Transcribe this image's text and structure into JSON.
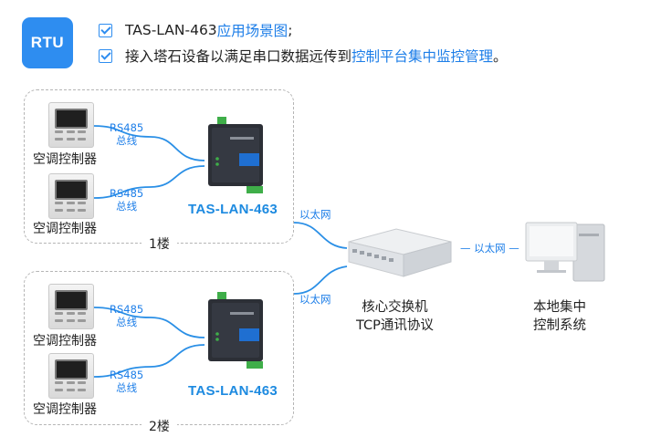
{
  "badge": "RTU",
  "header": {
    "line1_prefix": "TAS-LAN-463 ",
    "line1_highlight": "应用场景图",
    "line1_suffix": ";",
    "line2_prefix": "接入塔石设备以满足串口数据远传到",
    "line2_highlight": "控制平台集中监控管理",
    "line2_suffix": "。"
  },
  "floors": [
    {
      "label": "1楼",
      "device_label": "TAS-LAN-463",
      "controllers": [
        {
          "label": "空调控制器",
          "bus_line1": "RS485",
          "bus_line2": "总线"
        },
        {
          "label": "空调控制器",
          "bus_line1": "RS485",
          "bus_line2": "总线"
        }
      ]
    },
    {
      "label": "2楼",
      "device_label": "TAS-LAN-463",
      "controllers": [
        {
          "label": "空调控制器",
          "bus_line1": "RS485",
          "bus_line2": "总线"
        },
        {
          "label": "空调控制器",
          "bus_line1": "RS485",
          "bus_line2": "总线"
        }
      ]
    }
  ],
  "ethernet_label": "以太网",
  "ethernet_link_label": "— 以太网 —",
  "switch": {
    "line1": "核心交换机",
    "line2": "TCP通讯协议"
  },
  "host": {
    "line1": "本地集中",
    "line2": "控制系统"
  },
  "colors": {
    "accent": "#2e8df0",
    "link": "#1d7ee8",
    "line": "#2a8fe6"
  }
}
